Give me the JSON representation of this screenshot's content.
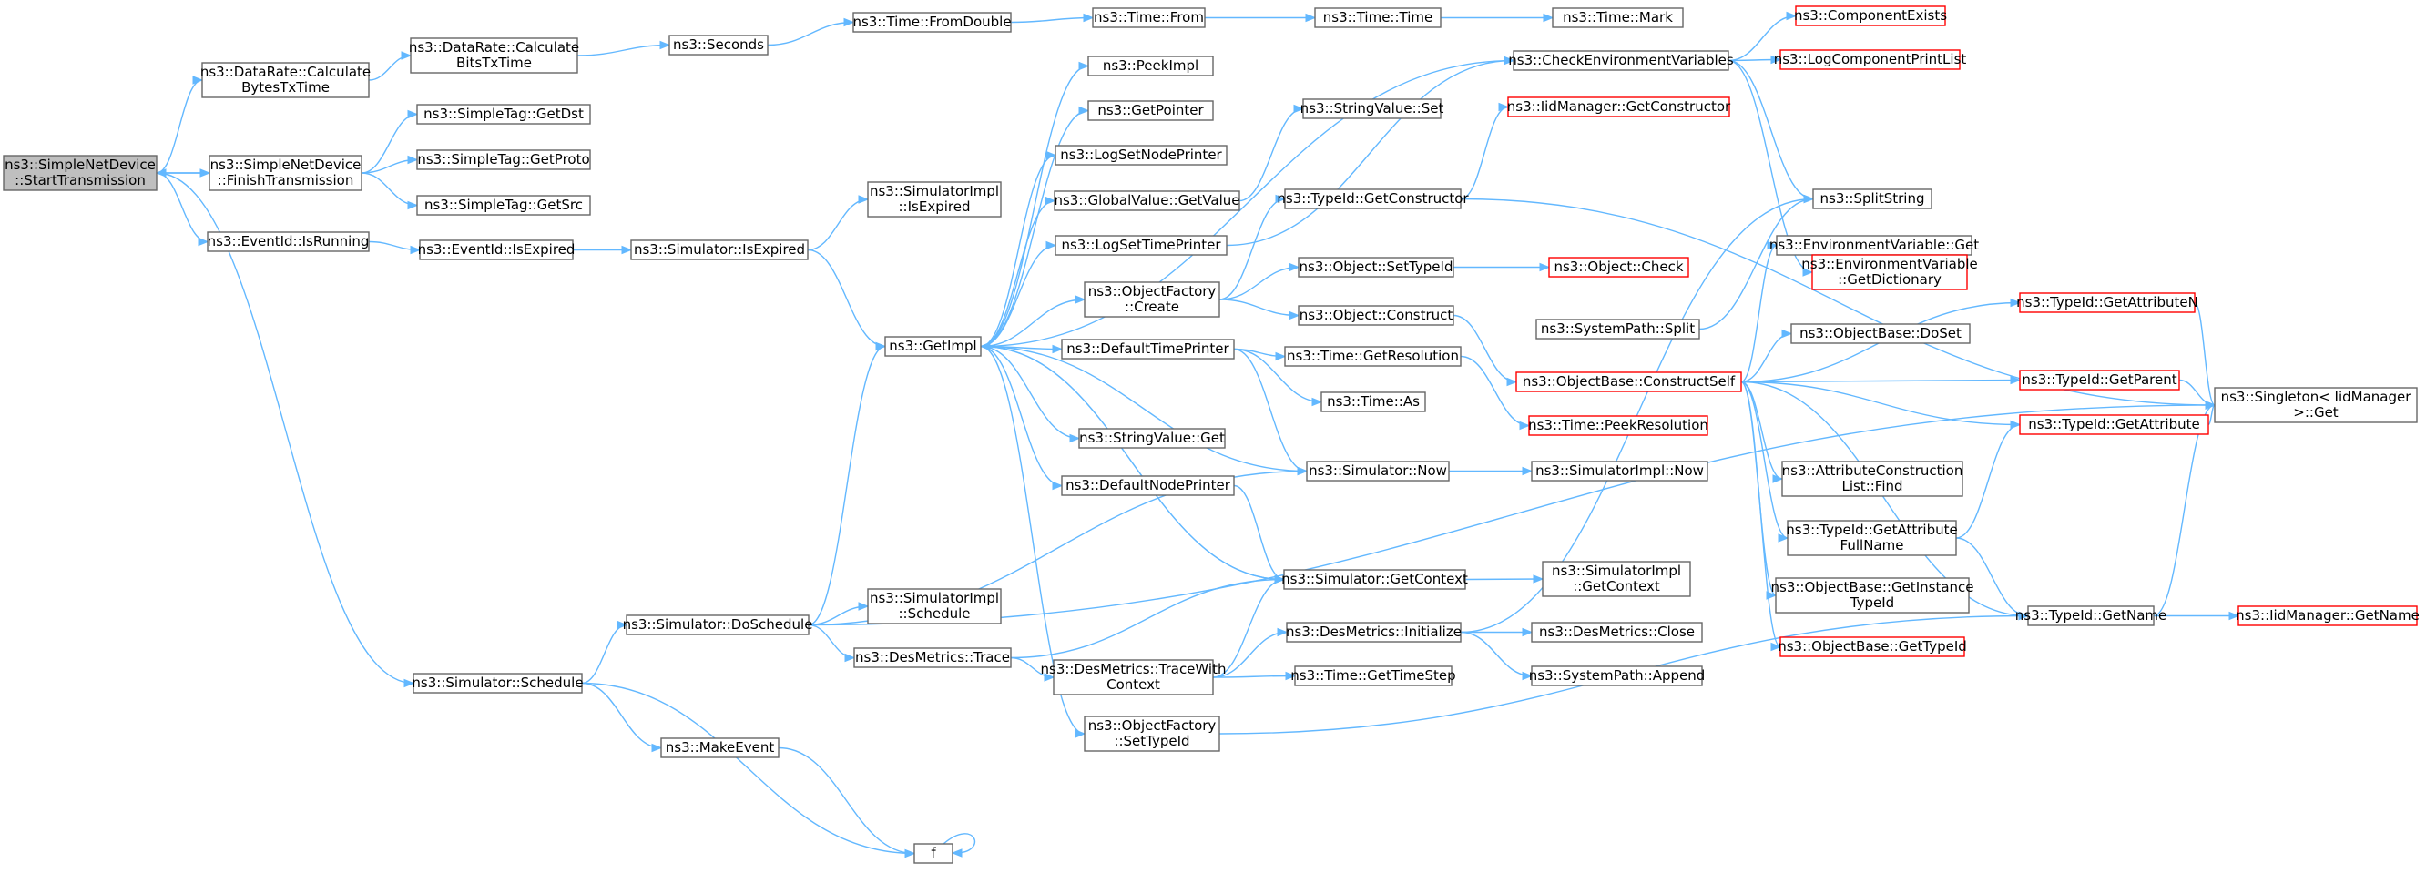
{
  "colors": {
    "edge": "#63b8ff",
    "border": "#666666",
    "border_truncated": "#ff0000",
    "root_fill": "#bfbfbf",
    "background": "#ffffff"
  },
  "nodes": [
    {
      "id": "start",
      "lines": [
        "ns3::SimpleNetDevice",
        "::StartTransmission"
      ],
      "root": true
    },
    {
      "id": "calcBytes",
      "lines": [
        "ns3::DataRate::Calculate",
        "BytesTxTime"
      ]
    },
    {
      "id": "calcBits",
      "lines": [
        "ns3::DataRate::Calculate",
        "BitsTxTime"
      ]
    },
    {
      "id": "seconds",
      "lines": [
        "ns3::Seconds"
      ]
    },
    {
      "id": "fromDouble",
      "lines": [
        "ns3::Time::FromDouble"
      ]
    },
    {
      "id": "timeFrom",
      "lines": [
        "ns3::Time::From"
      ]
    },
    {
      "id": "timeTime",
      "lines": [
        "ns3::Time::Time"
      ]
    },
    {
      "id": "timeMark",
      "lines": [
        "ns3::Time::Mark"
      ]
    },
    {
      "id": "finishTx",
      "lines": [
        "ns3::SimpleNetDevice",
        "::FinishTransmission"
      ]
    },
    {
      "id": "getDst",
      "lines": [
        "ns3::SimpleTag::GetDst"
      ]
    },
    {
      "id": "getProto",
      "lines": [
        "ns3::SimpleTag::GetProto"
      ]
    },
    {
      "id": "getSrc",
      "lines": [
        "ns3::SimpleTag::GetSrc"
      ]
    },
    {
      "id": "isRunning",
      "lines": [
        "ns3::EventId::IsRunning"
      ]
    },
    {
      "id": "eidIsExpired",
      "lines": [
        "ns3::EventId::IsExpired"
      ]
    },
    {
      "id": "simIsExpired",
      "lines": [
        "ns3::Simulator::IsExpired"
      ]
    },
    {
      "id": "implIsExpired",
      "lines": [
        "ns3::SimulatorImpl",
        "::IsExpired"
      ]
    },
    {
      "id": "schedule",
      "lines": [
        "ns3::Simulator::Schedule"
      ]
    },
    {
      "id": "doSchedule",
      "lines": [
        "ns3::Simulator::DoSchedule"
      ]
    },
    {
      "id": "implSchedule",
      "lines": [
        "ns3::SimulatorImpl",
        "::Schedule"
      ]
    },
    {
      "id": "desTrace",
      "lines": [
        "ns3::DesMetrics::Trace"
      ]
    },
    {
      "id": "makeEvent",
      "lines": [
        "ns3::MakeEvent"
      ]
    },
    {
      "id": "f",
      "lines": [
        "f"
      ]
    },
    {
      "id": "getImpl",
      "lines": [
        "ns3::GetImpl"
      ]
    },
    {
      "id": "peekImpl",
      "lines": [
        "ns3::PeekImpl"
      ]
    },
    {
      "id": "getPointer",
      "lines": [
        "ns3::GetPointer"
      ]
    },
    {
      "id": "logSetNode",
      "lines": [
        "ns3::LogSetNodePrinter"
      ]
    },
    {
      "id": "gvGetValue",
      "lines": [
        "ns3::GlobalValue::GetValue"
      ]
    },
    {
      "id": "logSetTime",
      "lines": [
        "ns3::LogSetTimePrinter"
      ]
    },
    {
      "id": "ofCreate",
      "lines": [
        "ns3::ObjectFactory",
        "::Create"
      ]
    },
    {
      "id": "defTimePrinter",
      "lines": [
        "ns3::DefaultTimePrinter"
      ]
    },
    {
      "id": "svGet",
      "lines": [
        "ns3::StringValue::Get"
      ]
    },
    {
      "id": "defNodePrinter",
      "lines": [
        "ns3::DefaultNodePrinter"
      ]
    },
    {
      "id": "ofSetTypeId",
      "lines": [
        "ns3::ObjectFactory",
        "::SetTypeId"
      ]
    },
    {
      "id": "svSet",
      "lines": [
        "ns3::StringValue::Set"
      ]
    },
    {
      "id": "tidGetCtor",
      "lines": [
        "ns3::TypeId::GetConstructor"
      ]
    },
    {
      "id": "objSetTypeId",
      "lines": [
        "ns3::Object::SetTypeId"
      ]
    },
    {
      "id": "objConstruct",
      "lines": [
        "ns3::Object::Construct"
      ]
    },
    {
      "id": "getResolution",
      "lines": [
        "ns3::Time::GetResolution"
      ]
    },
    {
      "id": "timeAs",
      "lines": [
        "ns3::Time::As"
      ]
    },
    {
      "id": "simNow",
      "lines": [
        "ns3::Simulator::Now"
      ]
    },
    {
      "id": "getContext",
      "lines": [
        "ns3::Simulator::GetContext"
      ]
    },
    {
      "id": "traceWithCtx",
      "lines": [
        "ns3::DesMetrics::TraceWith",
        "Context"
      ]
    },
    {
      "id": "desInit",
      "lines": [
        "ns3::DesMetrics::Initialize"
      ]
    },
    {
      "id": "getTimeStep",
      "lines": [
        "ns3::Time::GetTimeStep"
      ]
    },
    {
      "id": "checkEnv",
      "lines": [
        "ns3::CheckEnvironmentVariables"
      ]
    },
    {
      "id": "compExists",
      "lines": [
        "ns3::ComponentExists"
      ],
      "truncated": true
    },
    {
      "id": "logCompPrint",
      "lines": [
        "ns3::LogComponentPrintList"
      ],
      "truncated": true
    },
    {
      "id": "iidGetCtor",
      "lines": [
        "ns3::IidManager::GetConstructor"
      ],
      "truncated": true
    },
    {
      "id": "objCheck",
      "lines": [
        "ns3::Object::Check"
      ],
      "truncated": true
    },
    {
      "id": "splitString",
      "lines": [
        "ns3::SplitString"
      ]
    },
    {
      "id": "envGet",
      "lines": [
        "ns3::EnvironmentVariable::Get"
      ]
    },
    {
      "id": "envGetDict",
      "lines": [
        "ns3::EnvironmentVariable",
        "::GetDictionary"
      ],
      "truncated": true
    },
    {
      "id": "sysSplit",
      "lines": [
        "ns3::SystemPath::Split"
      ]
    },
    {
      "id": "obDoSet",
      "lines": [
        "ns3::ObjectBase::DoSet"
      ]
    },
    {
      "id": "constructSelf",
      "lines": [
        "ns3::ObjectBase::ConstructSelf"
      ],
      "truncated": true
    },
    {
      "id": "peekRes",
      "lines": [
        "ns3::Time::PeekResolution"
      ],
      "truncated": true
    },
    {
      "id": "implNow",
      "lines": [
        "ns3::SimulatorImpl::Now"
      ]
    },
    {
      "id": "acFind",
      "lines": [
        "ns3::AttributeConstruction",
        "List::Find"
      ]
    },
    {
      "id": "tidGetAttrFull",
      "lines": [
        "ns3::TypeId::GetAttribute",
        "FullName"
      ]
    },
    {
      "id": "implGetCtx",
      "lines": [
        "ns3::SimulatorImpl",
        "::GetContext"
      ]
    },
    {
      "id": "obGetInst",
      "lines": [
        "ns3::ObjectBase::GetInstance",
        "TypeId"
      ]
    },
    {
      "id": "desClose",
      "lines": [
        "ns3::DesMetrics::Close"
      ]
    },
    {
      "id": "sysAppend",
      "lines": [
        "ns3::SystemPath::Append"
      ]
    },
    {
      "id": "obGetTypeId",
      "lines": [
        "ns3::ObjectBase::GetTypeId"
      ],
      "truncated": true
    },
    {
      "id": "tidGetAttrN",
      "lines": [
        "ns3::TypeId::GetAttributeN"
      ],
      "truncated": true
    },
    {
      "id": "tidGetParent",
      "lines": [
        "ns3::TypeId::GetParent"
      ],
      "truncated": true
    },
    {
      "id": "tidGetAttr",
      "lines": [
        "ns3::TypeId::GetAttribute"
      ],
      "truncated": true
    },
    {
      "id": "tidGetName",
      "lines": [
        "ns3::TypeId::GetName"
      ]
    },
    {
      "id": "singletonGet",
      "lines": [
        "ns3::Singleton< IidManager",
        ">::Get"
      ]
    },
    {
      "id": "iidGetName",
      "lines": [
        "ns3::IidManager::GetName"
      ],
      "truncated": true
    }
  ],
  "edges": [
    [
      "start",
      "calcBytes"
    ],
    [
      "start",
      "finishTx"
    ],
    [
      "start",
      "isRunning"
    ],
    [
      "start",
      "schedule"
    ],
    [
      "calcBytes",
      "calcBits"
    ],
    [
      "calcBits",
      "seconds"
    ],
    [
      "seconds",
      "fromDouble"
    ],
    [
      "fromDouble",
      "timeFrom"
    ],
    [
      "timeFrom",
      "timeTime"
    ],
    [
      "timeTime",
      "timeMark"
    ],
    [
      "finishTx",
      "start"
    ],
    [
      "finishTx",
      "getDst"
    ],
    [
      "finishTx",
      "getProto"
    ],
    [
      "finishTx",
      "getSrc"
    ],
    [
      "isRunning",
      "eidIsExpired"
    ],
    [
      "eidIsExpired",
      "simIsExpired"
    ],
    [
      "simIsExpired",
      "implIsExpired"
    ],
    [
      "simIsExpired",
      "getImpl"
    ],
    [
      "schedule",
      "doSchedule"
    ],
    [
      "schedule",
      "makeEvent"
    ],
    [
      "schedule",
      "f"
    ],
    [
      "doSchedule",
      "getImpl"
    ],
    [
      "doSchedule",
      "implSchedule"
    ],
    [
      "doSchedule",
      "desTrace"
    ],
    [
      "doSchedule",
      "simNow"
    ],
    [
      "doSchedule",
      "singletonGet"
    ],
    [
      "makeEvent",
      "f"
    ],
    [
      "f",
      "f"
    ],
    [
      "getImpl",
      "peekImpl"
    ],
    [
      "getImpl",
      "getPointer"
    ],
    [
      "getImpl",
      "logSetNode"
    ],
    [
      "getImpl",
      "gvGetValue"
    ],
    [
      "getImpl",
      "logSetTime"
    ],
    [
      "getImpl",
      "ofCreate"
    ],
    [
      "getImpl",
      "defTimePrinter"
    ],
    [
      "getImpl",
      "svGet"
    ],
    [
      "getImpl",
      "defNodePrinter"
    ],
    [
      "getImpl",
      "ofSetTypeId"
    ],
    [
      "getImpl",
      "checkEnv"
    ],
    [
      "getImpl",
      "getContext"
    ],
    [
      "gvGetValue",
      "svSet"
    ],
    [
      "logSetTime",
      "checkEnv"
    ],
    [
      "ofCreate",
      "tidGetCtor"
    ],
    [
      "ofCreate",
      "objSetTypeId"
    ],
    [
      "ofCreate",
      "objConstruct"
    ],
    [
      "defTimePrinter",
      "getResolution"
    ],
    [
      "defTimePrinter",
      "timeAs"
    ],
    [
      "defTimePrinter",
      "simNow"
    ],
    [
      "defNodePrinter",
      "getContext"
    ],
    [
      "ofSetTypeId",
      "tidGetName"
    ],
    [
      "tidGetCtor",
      "iidGetCtor"
    ],
    [
      "tidGetCtor",
      "singletonGet"
    ],
    [
      "objSetTypeId",
      "objCheck"
    ],
    [
      "objConstruct",
      "constructSelf"
    ],
    [
      "getResolution",
      "peekRes"
    ],
    [
      "simNow",
      "getImpl"
    ],
    [
      "simNow",
      "implNow"
    ],
    [
      "getContext",
      "getImpl"
    ],
    [
      "getContext",
      "implGetCtx"
    ],
    [
      "desTrace",
      "getContext"
    ],
    [
      "desTrace",
      "traceWithCtx"
    ],
    [
      "traceWithCtx",
      "getContext"
    ],
    [
      "traceWithCtx",
      "desInit"
    ],
    [
      "traceWithCtx",
      "getTimeStep"
    ],
    [
      "desInit",
      "desClose"
    ],
    [
      "desInit",
      "sysAppend"
    ],
    [
      "desInit",
      "splitString"
    ],
    [
      "checkEnv",
      "compExists"
    ],
    [
      "checkEnv",
      "logCompPrint"
    ],
    [
      "checkEnv",
      "splitString"
    ],
    [
      "checkEnv",
      "envGetDict"
    ],
    [
      "sysSplit",
      "splitString"
    ],
    [
      "envGet",
      "envGetDict"
    ],
    [
      "constructSelf",
      "envGet"
    ],
    [
      "constructSelf",
      "obDoSet"
    ],
    [
      "constructSelf",
      "tidGetAttrN"
    ],
    [
      "constructSelf",
      "tidGetParent"
    ],
    [
      "constructSelf",
      "tidGetAttr"
    ],
    [
      "constructSelf",
      "acFind"
    ],
    [
      "constructSelf",
      "tidGetAttrFull"
    ],
    [
      "constructSelf",
      "obGetInst"
    ],
    [
      "constructSelf",
      "obGetTypeId"
    ],
    [
      "constructSelf",
      "tidGetName"
    ],
    [
      "tidGetAttrN",
      "singletonGet"
    ],
    [
      "tidGetParent",
      "singletonGet"
    ],
    [
      "tidGetAttr",
      "singletonGet"
    ],
    [
      "tidGetAttrFull",
      "tidGetAttr"
    ],
    [
      "tidGetAttrFull",
      "tidGetName"
    ],
    [
      "tidGetName",
      "singletonGet"
    ],
    [
      "tidGetName",
      "iidGetName"
    ]
  ]
}
